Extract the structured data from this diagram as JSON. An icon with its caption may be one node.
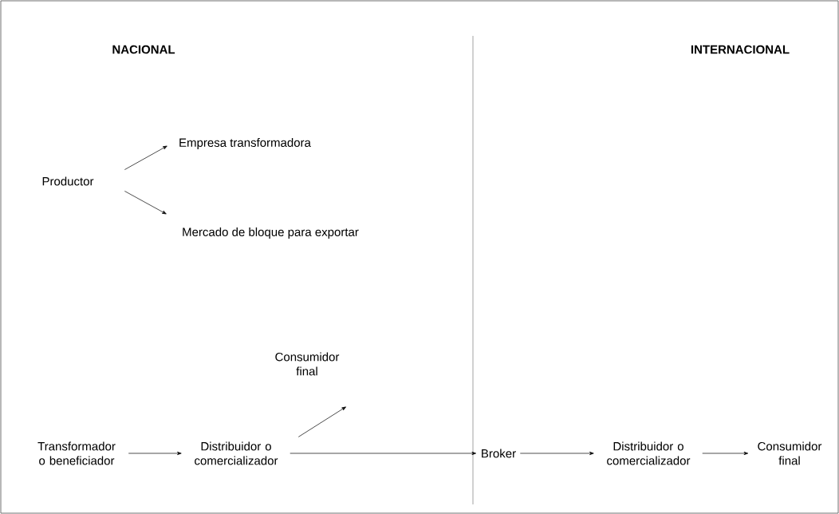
{
  "diagram": {
    "nodes": [
      {
        "text": [
          "Productor"
        ]
      },
      {
        "text": [
          "Empresa transformadora"
        ]
      },
      {
        "text": [
          "Mercado de bloque para exportar"
        ]
      },
      {
        "text": [
          "Transformador o beneficiador"
        ]
      },
      {
        "text": [
          "Distribuidor o comercializador"
        ]
      },
      {
        "text": [
          "Consumidor final"
        ]
      },
      {
        "text": [
          "Broker"
        ]
      },
      {
        "text": [
          "Distribuidor o comercializador"
        ]
      },
      {
        "text": [
          "Consumidor final"
        ]
      }
    ],
    "edges": [
      {
        "from": 0,
        "to": 1,
        "arrow": "to"
      },
      {
        "from": 0,
        "to": 2,
        "arrow": "to"
      },
      {
        "from": 3,
        "to": 4,
        "arrow": "to"
      },
      {
        "from": 4,
        "to": 5,
        "arrow": "to"
      },
      {
        "from": 4,
        "to": 6,
        "arrow": "to"
      },
      {
        "from": 6,
        "to": 7,
        "arrow": "to"
      },
      {
        "from": 7,
        "to": 8,
        "arrow": "to"
      }
    ],
    "labels": [
      "NACIONAL",
      "INTERNACIONAL"
    ]
  }
}
